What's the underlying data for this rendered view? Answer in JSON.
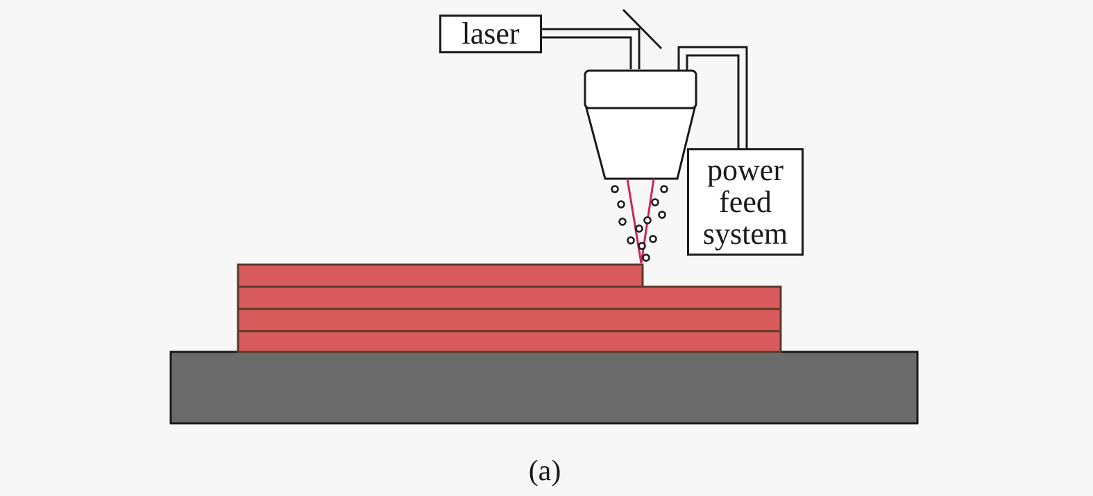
{
  "labels": {
    "laser": "laser",
    "feed_line1": "power",
    "feed_line2": "feed",
    "feed_line3": "system",
    "caption": "(a)"
  },
  "colors": {
    "background": "#f7f7f7",
    "substrate": "#6b6b6b",
    "deposit_layer": "#d95a5a",
    "layer_outline": "#5a3a2a",
    "laser_beam": "#c8285a",
    "outline": "#1a1a1a"
  }
}
